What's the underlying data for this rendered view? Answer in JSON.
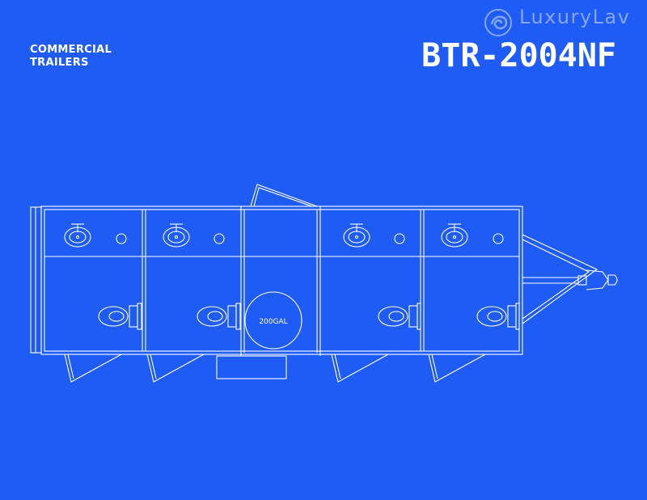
{
  "header": {
    "category_line1": "COMMERCIAL",
    "category_line2": "TRAILERS",
    "model": "BTR-2004NF"
  },
  "brand": {
    "name": "LuxuryLav",
    "tagline": ""
  },
  "floorplan": {
    "tank_label": "200GAL",
    "restroom_count": 4
  },
  "colors": {
    "background": "#1f5cf5",
    "line": "#ffffff"
  }
}
